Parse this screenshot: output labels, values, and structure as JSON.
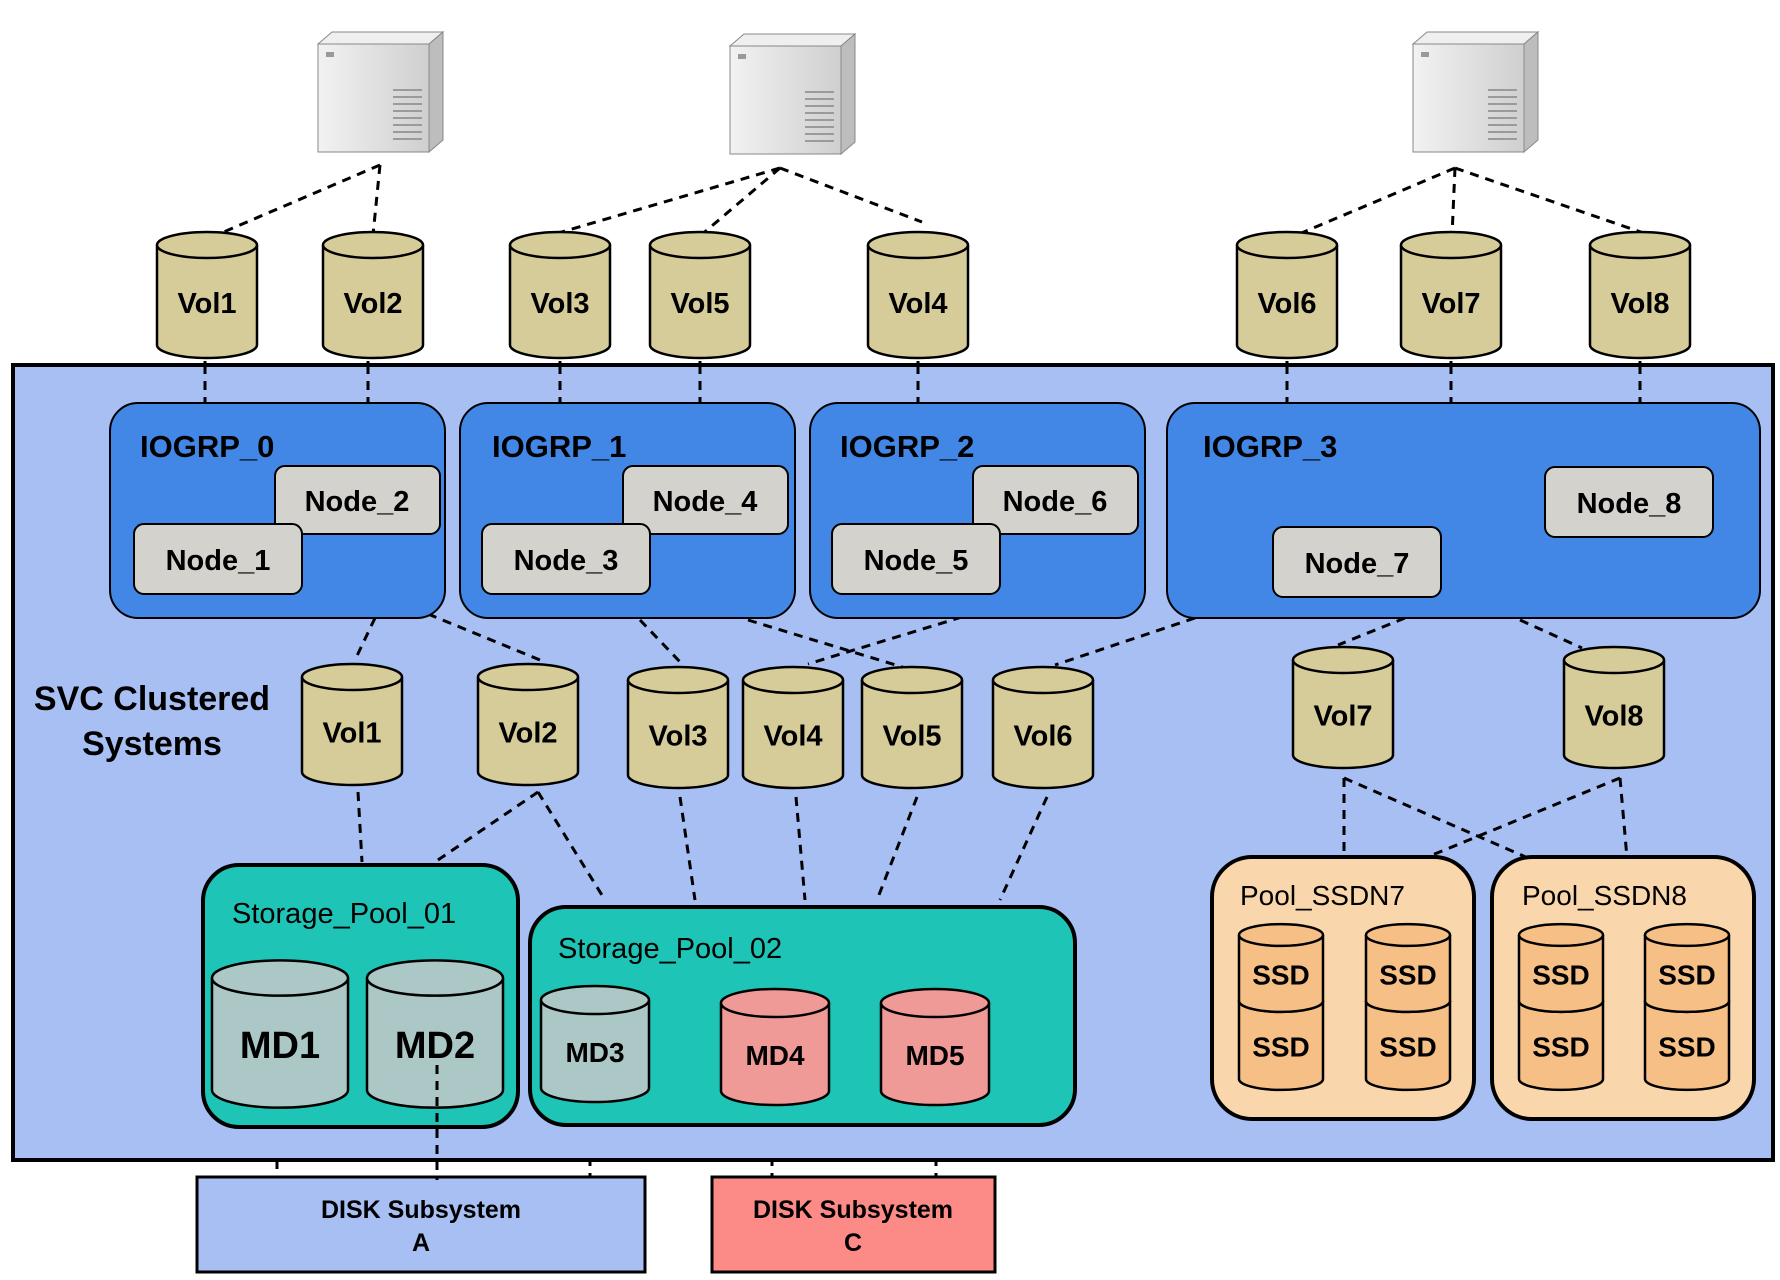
{
  "hosts": [
    "host-server",
    "host-server",
    "host-server"
  ],
  "host_volumes": [
    "Vol1",
    "Vol2",
    "Vol3",
    "Vol5",
    "Vol4",
    "Vol6",
    "Vol7",
    "Vol8"
  ],
  "cluster": {
    "title_line1": "SVC Clustered",
    "title_line2": "Systems"
  },
  "io_groups": [
    {
      "name": "IOGRP_0",
      "node_a": "Node_2",
      "node_b": "Node_1"
    },
    {
      "name": "IOGRP_1",
      "node_a": "Node_4",
      "node_b": "Node_3"
    },
    {
      "name": "IOGRP_2",
      "node_a": "Node_6",
      "node_b": "Node_5"
    },
    {
      "name": "IOGRP_3",
      "node_a": "Node_8",
      "node_b": "Node_7"
    }
  ],
  "cluster_volumes": [
    "Vol1",
    "Vol2",
    "Vol3",
    "Vol4",
    "Vol5",
    "Vol6",
    "Vol7",
    "Vol8"
  ],
  "pools": {
    "pool_01": {
      "name": "Storage_Pool_01",
      "disks": [
        "MD1",
        "MD2"
      ]
    },
    "pool_02": {
      "name": "Storage_Pool_02",
      "disks": [
        "MD3",
        "MD4",
        "MD5"
      ]
    },
    "ssd_n7": {
      "name": "Pool_SSDN7",
      "disks": [
        "SSD",
        "SSD",
        "SSD",
        "SSD"
      ]
    },
    "ssd_n8": {
      "name": "Pool_SSDN8",
      "disks": [
        "SSD",
        "SSD",
        "SSD",
        "SSD"
      ]
    }
  },
  "subsystems": {
    "a": {
      "line1": "DISK Subsystem",
      "line2": "A"
    },
    "c": {
      "line1": "DISK Subsystem",
      "line2": "C"
    }
  },
  "colors": {
    "cluster_bg": "#a8bff3",
    "iogrp": "#4287e6",
    "node": "#d4d2cc",
    "volume": "#d6cc99",
    "storage_pool": "#1ec4b6",
    "md_disk": "#abc8c6",
    "md_red": "#ef9a96",
    "ssd_pool": "#f9d6ab",
    "ssd_disk": "#f6bf85",
    "subsystem_a": "#a8bff3",
    "subsystem_c": "#fc8a87"
  }
}
